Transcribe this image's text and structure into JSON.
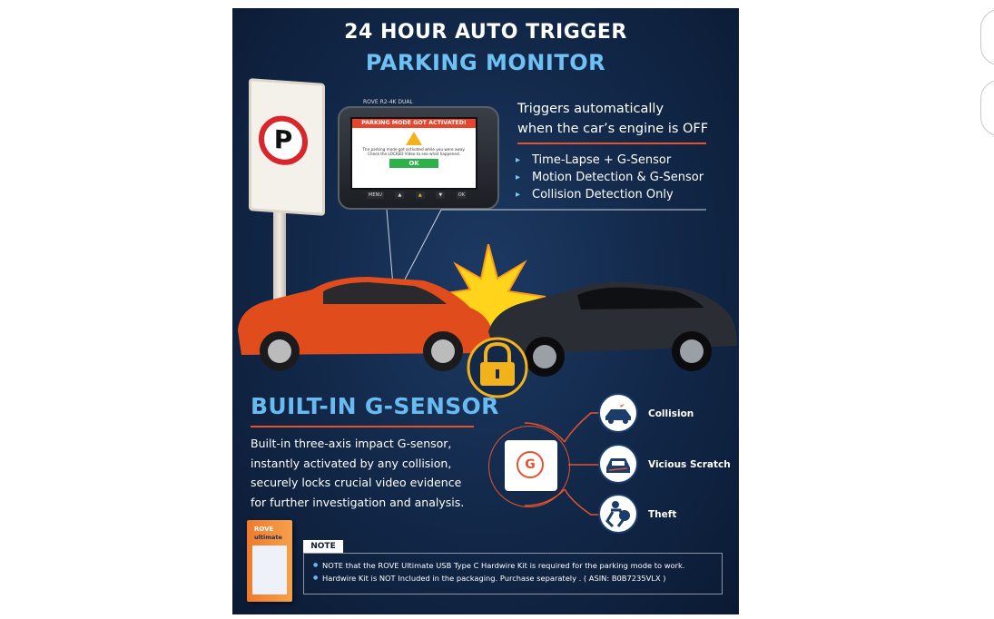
{
  "poster": {
    "title_line1": "24 HOUR AUTO TRIGGER",
    "title_line2": "PARKING MONITOR",
    "trigger_text_line1": "Triggers automatically",
    "trigger_text_line2": "when the car’s engine is OFF",
    "modes": [
      "Time-Lapse + G-Sensor",
      "Motion Detection & G-Sensor",
      "Collision Detection Only"
    ],
    "sign_letter": "P",
    "screen": {
      "brand": "ROVE R2-4K DUAL",
      "alert_title": "PARKING MODE GOT ACTIVATED!",
      "alert_message_line1": "The parking mode got activated while you were away.",
      "alert_message_line2": "Check the LOCKED Video to see what happened.",
      "ok_label": "OK",
      "buttons": [
        "MENU",
        "▲",
        "▲",
        "▼",
        "OK"
      ]
    },
    "sensor_title": "BUILT-IN G-SENSOR",
    "sensor_description": [
      "Built-in three-axis impact G-sensor,",
      "instantly activated by any collision,",
      "securely locks crucial video evidence",
      "for further investigation and analysis."
    ],
    "g_badge": "G",
    "categories": [
      "Collision",
      "Vicious Scratch",
      "Theft"
    ],
    "box_brand": "ROVE",
    "box_product": "ultimate",
    "note_label": "NOTE",
    "notes": [
      "NOTE that the ROVE Ultimate USB Type C Hardwire Kit is required for the parking mode to work.",
      "Hardwire Kit is NOT Included in the packaging. Purchase separately . ( ASIN: B0B7235VLX )"
    ],
    "colors": {
      "accent_blue": "#6fc1f4",
      "accent_orange": "#e6532a",
      "alert_red": "#e8452c",
      "ok_green": "#2bb34a"
    }
  }
}
